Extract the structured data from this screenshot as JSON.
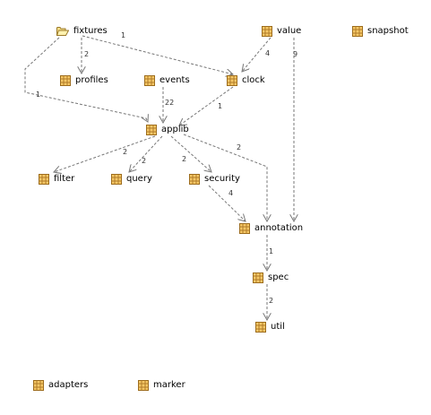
{
  "colors": {
    "edge": "#777777",
    "package_fill": "#f6c867",
    "package_border": "#9b6b1c",
    "package_grid": "#b07c2a",
    "folder_fill": "#fae08a",
    "folder_border": "#9b7a2a"
  },
  "nodes": [
    {
      "id": "fixtures",
      "label": "fixtures",
      "icon": "open-folder-icon"
    },
    {
      "id": "value",
      "label": "value",
      "icon": "package-icon"
    },
    {
      "id": "snapshot",
      "label": "snapshot",
      "icon": "package-icon"
    },
    {
      "id": "profiles",
      "label": "profiles",
      "icon": "package-icon"
    },
    {
      "id": "events",
      "label": "events",
      "icon": "package-icon"
    },
    {
      "id": "clock",
      "label": "clock",
      "icon": "package-icon"
    },
    {
      "id": "applib",
      "label": "applib",
      "icon": "package-icon"
    },
    {
      "id": "filter",
      "label": "filter",
      "icon": "package-icon"
    },
    {
      "id": "query",
      "label": "query",
      "icon": "package-icon"
    },
    {
      "id": "security",
      "label": "security",
      "icon": "package-icon"
    },
    {
      "id": "annotation",
      "label": "annotation",
      "icon": "package-icon"
    },
    {
      "id": "spec",
      "label": "spec",
      "icon": "package-icon"
    },
    {
      "id": "util",
      "label": "util",
      "icon": "package-icon"
    },
    {
      "id": "adapters",
      "label": "adapters",
      "icon": "package-icon"
    },
    {
      "id": "marker",
      "label": "marker",
      "icon": "package-icon"
    }
  ],
  "edges": [
    {
      "from": "fixtures",
      "to": "clock",
      "label": "1"
    },
    {
      "from": "fixtures",
      "to": "profiles",
      "label": "2"
    },
    {
      "from": "fixtures",
      "to": "applib",
      "label": "1"
    },
    {
      "from": "value",
      "to": "clock",
      "label": "4"
    },
    {
      "from": "value",
      "to": "annotation",
      "label": "9"
    },
    {
      "from": "events",
      "to": "applib",
      "label": "22"
    },
    {
      "from": "clock",
      "to": "applib",
      "label": "1"
    },
    {
      "from": "applib",
      "to": "filter",
      "label": "2"
    },
    {
      "from": "applib",
      "to": "query",
      "label": "2"
    },
    {
      "from": "applib",
      "to": "security",
      "label": "2"
    },
    {
      "from": "applib",
      "to": "annotation",
      "label": "2"
    },
    {
      "from": "security",
      "to": "annotation",
      "label": "4"
    },
    {
      "from": "annotation",
      "to": "spec",
      "label": "1"
    },
    {
      "from": "spec",
      "to": "util",
      "label": "2"
    }
  ]
}
